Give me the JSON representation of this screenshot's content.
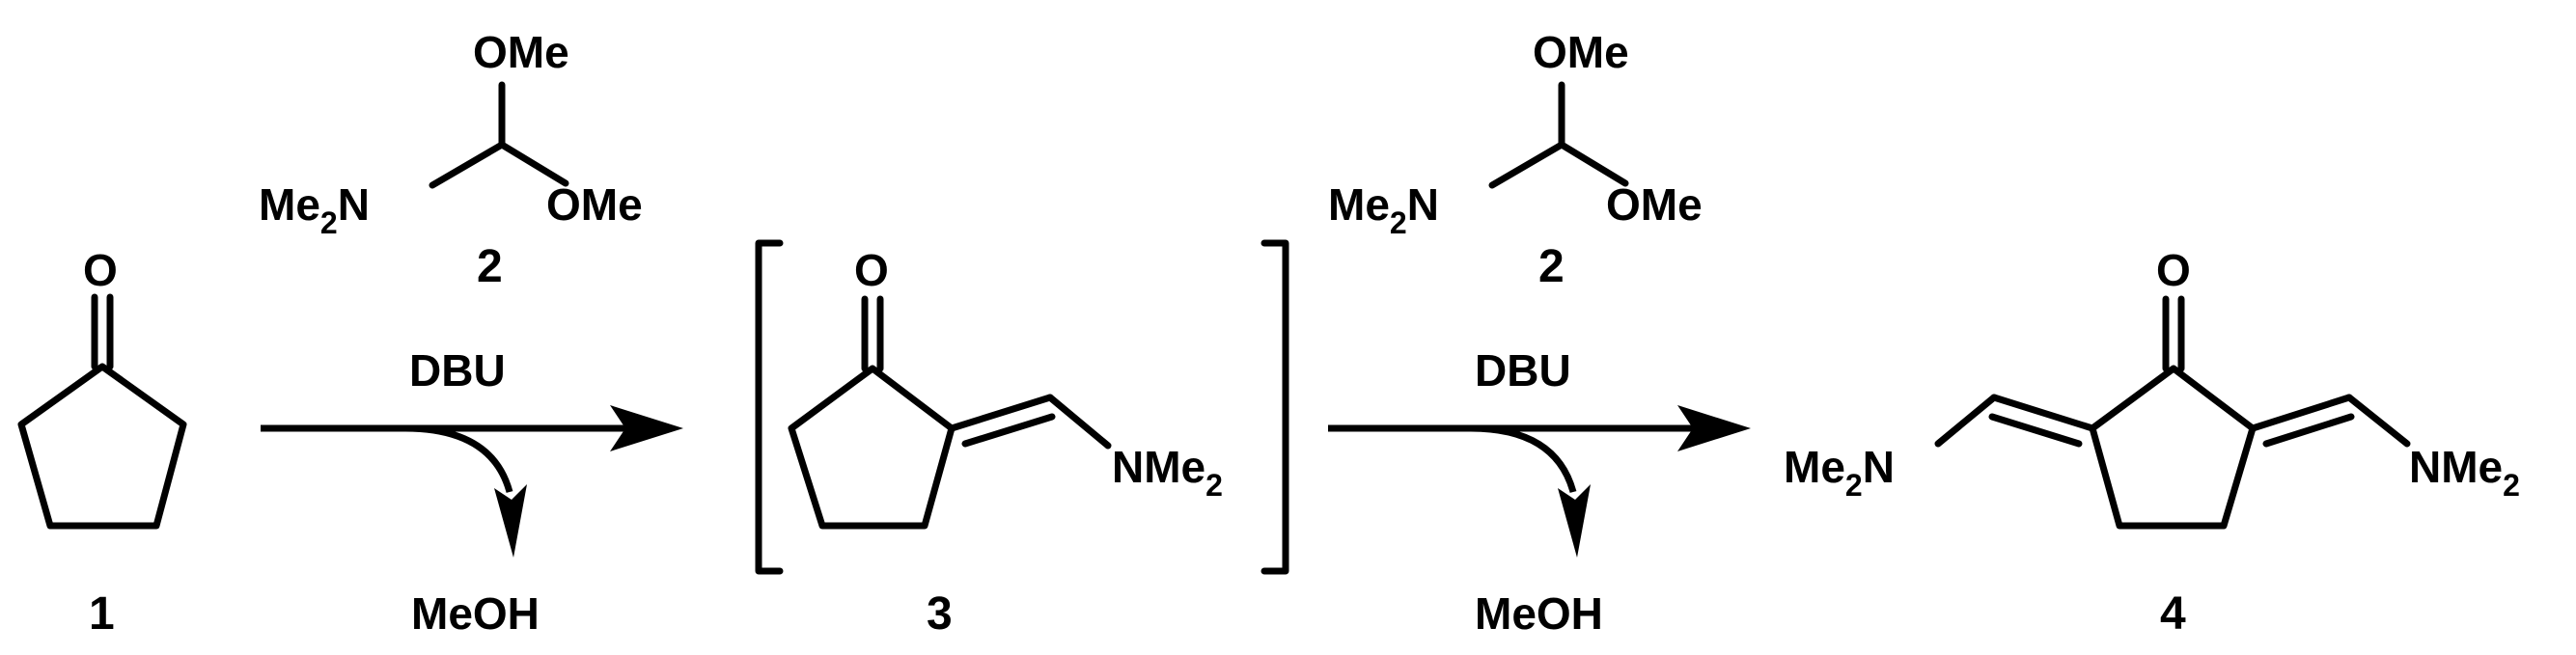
{
  "compounds": {
    "c1": {
      "number": "1",
      "atom_O": "O"
    },
    "c2_first": {
      "number": "2",
      "ome_top": "OMe",
      "ome_right": "OMe",
      "amine_main": "Me",
      "amine_sub": "2",
      "amine_tail": "N"
    },
    "c3": {
      "number": "3",
      "atom_O": "O",
      "amine_main": "NMe",
      "amine_sub": "2"
    },
    "c2_second": {
      "number": "2",
      "ome_top": "OMe",
      "ome_right": "OMe",
      "amine_main": "Me",
      "amine_sub": "2",
      "amine_tail": "N"
    },
    "c4": {
      "number": "4",
      "atom_O": "O",
      "left_amine_main": "Me",
      "left_amine_sub": "2",
      "left_amine_tail": "N",
      "right_amine_main": "NMe",
      "right_amine_sub": "2"
    }
  },
  "steps": [
    {
      "catalyst": "DBU",
      "byproduct": "MeOH"
    },
    {
      "catalyst": "DBU",
      "byproduct": "MeOH"
    }
  ]
}
